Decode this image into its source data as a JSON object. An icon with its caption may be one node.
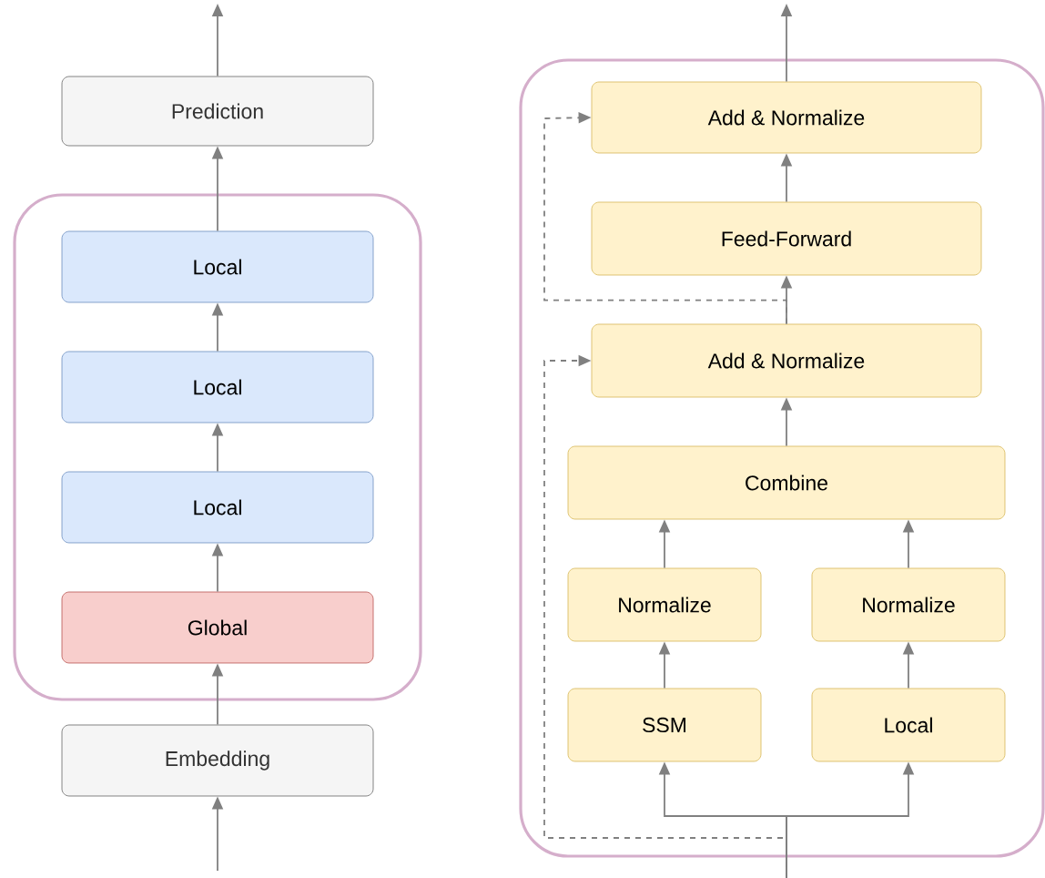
{
  "diagram": {
    "nodes": [
      {
        "text": [
          "Prediction"
        ]
      },
      {
        "text": [],
        "shape": "box"
      },
      {
        "text": [
          "Local"
        ],
        "in": 1
      },
      {
        "text": [
          "Local"
        ],
        "in": 1
      },
      {
        "text": [
          "Local"
        ],
        "in": 1
      },
      {
        "text": [
          "Global"
        ],
        "in": 1
      },
      {
        "text": [
          "Embedding"
        ]
      },
      {
        "text": [],
        "shape": "box"
      },
      {
        "text": [
          "Add & Normalize"
        ],
        "in": 7
      },
      {
        "text": [
          "Feed-Forward"
        ],
        "in": 7
      },
      {
        "text": [
          "Add & Normalize"
        ],
        "in": 7
      },
      {
        "text": [
          "Combine"
        ],
        "in": 7
      },
      {
        "text": [
          "Normalize"
        ],
        "in": 7
      },
      {
        "text": [
          "Normalize"
        ],
        "in": 7
      },
      {
        "text": [
          "SSM"
        ],
        "in": 7
      },
      {
        "text": [
          "Local"
        ],
        "in": 7
      }
    ],
    "edges": [
      {
        "from": null,
        "to": 6,
        "arrow": "to"
      },
      {
        "from": 6,
        "to": 5,
        "arrow": "to"
      },
      {
        "from": 5,
        "to": 4,
        "arrow": "to"
      },
      {
        "from": 4,
        "to": 3,
        "arrow": "to"
      },
      {
        "from": 3,
        "to": 2,
        "arrow": "to"
      },
      {
        "from": 2,
        "to": 0,
        "arrow": "to"
      },
      {
        "from": 0,
        "to": null,
        "arrow": "to"
      },
      {
        "from": null,
        "to": 14,
        "arrow": "to"
      },
      {
        "from": null,
        "to": 15,
        "arrow": "to"
      },
      {
        "from": null,
        "to": 10,
        "arrow": "to",
        "style": "dashed"
      },
      {
        "from": 14,
        "to": 12,
        "arrow": "to"
      },
      {
        "from": 15,
        "to": 13,
        "arrow": "to"
      },
      {
        "from": 12,
        "to": 11,
        "arrow": "to"
      },
      {
        "from": 13,
        "to": 11,
        "arrow": "to"
      },
      {
        "from": 11,
        "to": 10,
        "arrow": "to"
      },
      {
        "from": 10,
        "to": 9,
        "arrow": "to"
      },
      {
        "from": 10,
        "to": 8,
        "arrow": "to",
        "style": "dashed"
      },
      {
        "from": 9,
        "to": 8,
        "arrow": "to"
      },
      {
        "from": 8,
        "to": null,
        "arrow": "to"
      }
    ]
  }
}
